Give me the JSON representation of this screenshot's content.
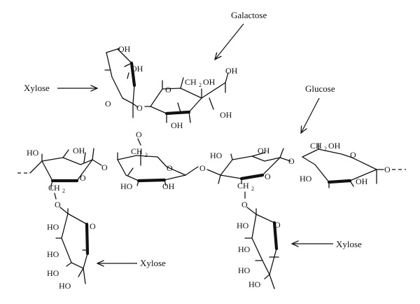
{
  "labels": {
    "galactose": "Galactose",
    "xylose_top": "Xylose",
    "glucose": "Glucose",
    "xylose_bottom_left": "Xylose",
    "xylose_bottom_right": "Xylose"
  },
  "atoms": {
    "oh": "OH",
    "ho": "HO",
    "o": "O",
    "ch": "CH",
    "sub2": "2"
  }
}
